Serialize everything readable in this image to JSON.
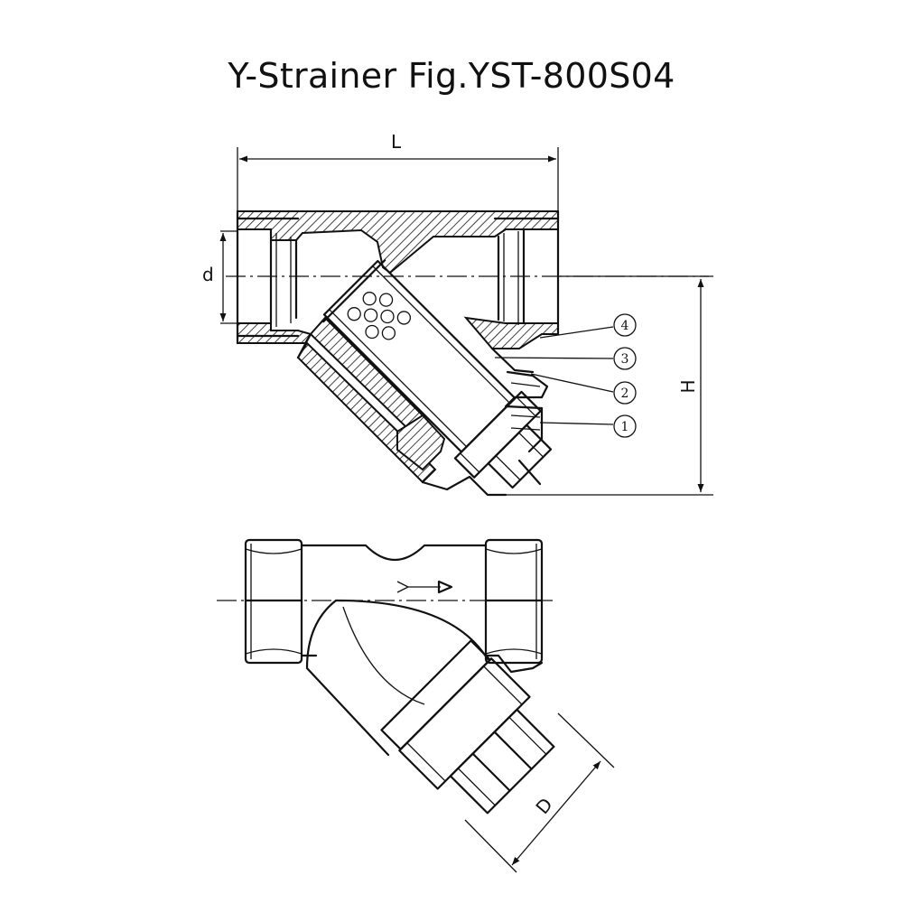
{
  "title": "Y-Strainer Fig.YST-800S04",
  "dimensions": {
    "length": "L",
    "thread": "d",
    "height": "H",
    "cap": "D"
  },
  "callouts": [
    "4",
    "3",
    "2",
    "1"
  ]
}
